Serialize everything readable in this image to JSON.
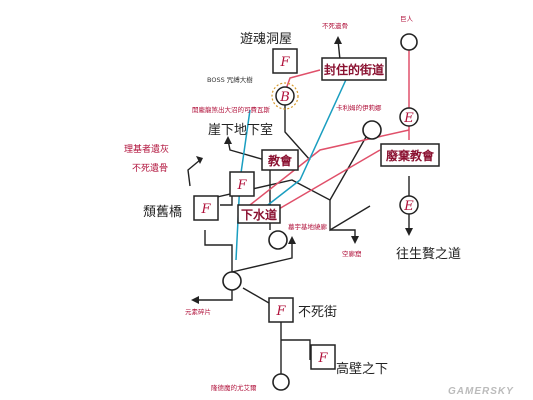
{
  "locations": {
    "soul_hall": "遊魂洞屋",
    "cliff_basement": "崖下地下室",
    "ruined_bridge": "頹舊橋",
    "undead_street": "不死街",
    "under_wall": "高壁之下",
    "road_to_rebirth": "往生贅之道",
    "sealed_street": "封住的街道",
    "church": "教會",
    "abandoned_church": "廢棄教會",
    "sewer": "下水道"
  },
  "annotations": {
    "boss_cursed_tree": "BOSS 咒縛大樹",
    "big_skull": "開龐龍煞出大沼的可費瓦斯",
    "undead_bone_top": "不死遺骨",
    "giant": "巨人",
    "karim_iriana": "卡利姆的伊莉娜",
    "graveyard_corridor": "墓宇基地繞廊",
    "empty_gazebo": "空廊窟",
    "element_fragment": "元素碎片",
    "dragon_yujianmo": "隆德魔的尤艾爾"
  },
  "vertical_note": {
    "col1": "理基者遺灰",
    "col2": "不死遺骨"
  },
  "markers": {
    "F": "F",
    "B": "B",
    "E": "E"
  },
  "watermark": "GAMERSKY",
  "colors": {
    "red_path": "#e0506a",
    "blue_path": "#1a9ec0",
    "dark_line": "#222222",
    "box_border": "#333333",
    "orange_ring": "#d79a2b"
  }
}
